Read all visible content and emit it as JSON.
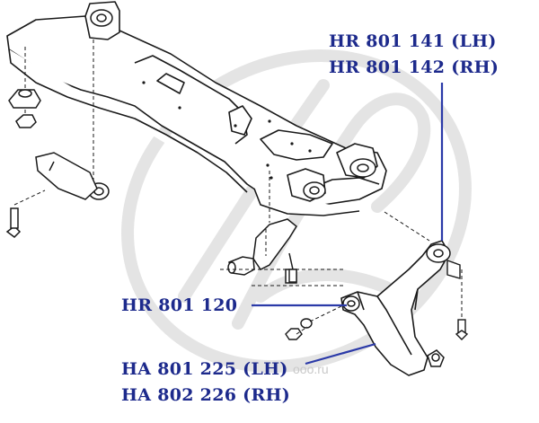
{
  "colors": {
    "label": "#1d2a8c",
    "leader": "#2b3aa8",
    "part_stroke": "#1a1a1a",
    "watermark": "#e2e2e2"
  },
  "labels": {
    "bushing_lh": "HR 801 141 (LH)",
    "bushing_rh": "HR 801 142 (RH)",
    "front_bushing": "HR 801 120",
    "arm_lh": "HA 801 225 (LH)",
    "arm_rh": "HA 802 226 (RH)"
  },
  "watermark": {
    "text": "ооо.ru",
    "logo": "Hanse-watermark-logo"
  }
}
